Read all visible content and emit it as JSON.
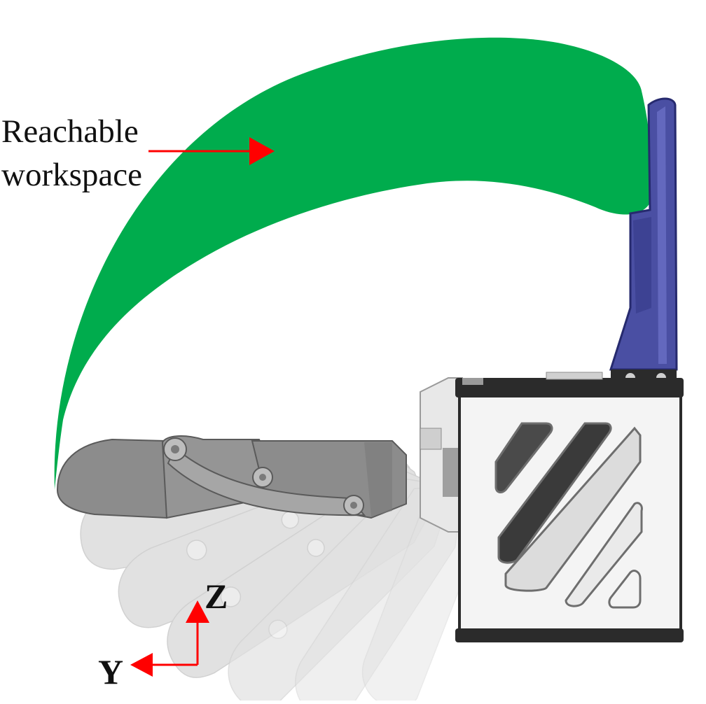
{
  "figure": {
    "workspace_label_line1": "Reachable",
    "workspace_label_line2": "workspace",
    "axis_z_label": "Z",
    "axis_y_label": "Y"
  },
  "colors": {
    "workspace": "#00ac4d",
    "arrow": "#ff0000",
    "finger": "#8c8c8c",
    "finger_ghost": "#bdbdbd",
    "palm_frame": "#2b2b2b",
    "palm_face": "#f4f4f4",
    "thumb_plate": "#4a4fa3",
    "text": "#111111"
  }
}
